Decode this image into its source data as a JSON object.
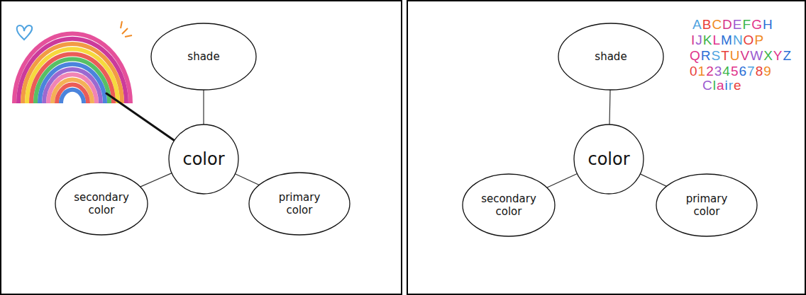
{
  "diagram": {
    "nodes": [
      {
        "text": [
          "shade"
        ]
      },
      {
        "text": [
          "color"
        ]
      },
      {
        "text": [
          "secondary color"
        ]
      },
      {
        "text": [
          "primary color"
        ]
      },
      {
        "text": [
          "shade"
        ]
      },
      {
        "text": [
          "color"
        ]
      },
      {
        "text": [
          "secondary color"
        ]
      },
      {
        "text": [
          "primary color"
        ]
      }
    ],
    "edges": [
      {
        "from": 1,
        "to": 0,
        "arrow": "none"
      },
      {
        "from": 1,
        "to": 2,
        "arrow": "none"
      },
      {
        "from": 1,
        "to": 3,
        "arrow": "none"
      },
      {
        "from": 5,
        "to": 4,
        "arrow": "none"
      },
      {
        "from": 5,
        "to": 6,
        "arrow": "none"
      },
      {
        "from": 5,
        "to": 7,
        "arrow": "none"
      }
    ],
    "labels": [
      "ABCDEFGH",
      "IJKLMNOP",
      "QRSTUVWXYZ",
      "0123456789",
      "Claire"
    ]
  }
}
